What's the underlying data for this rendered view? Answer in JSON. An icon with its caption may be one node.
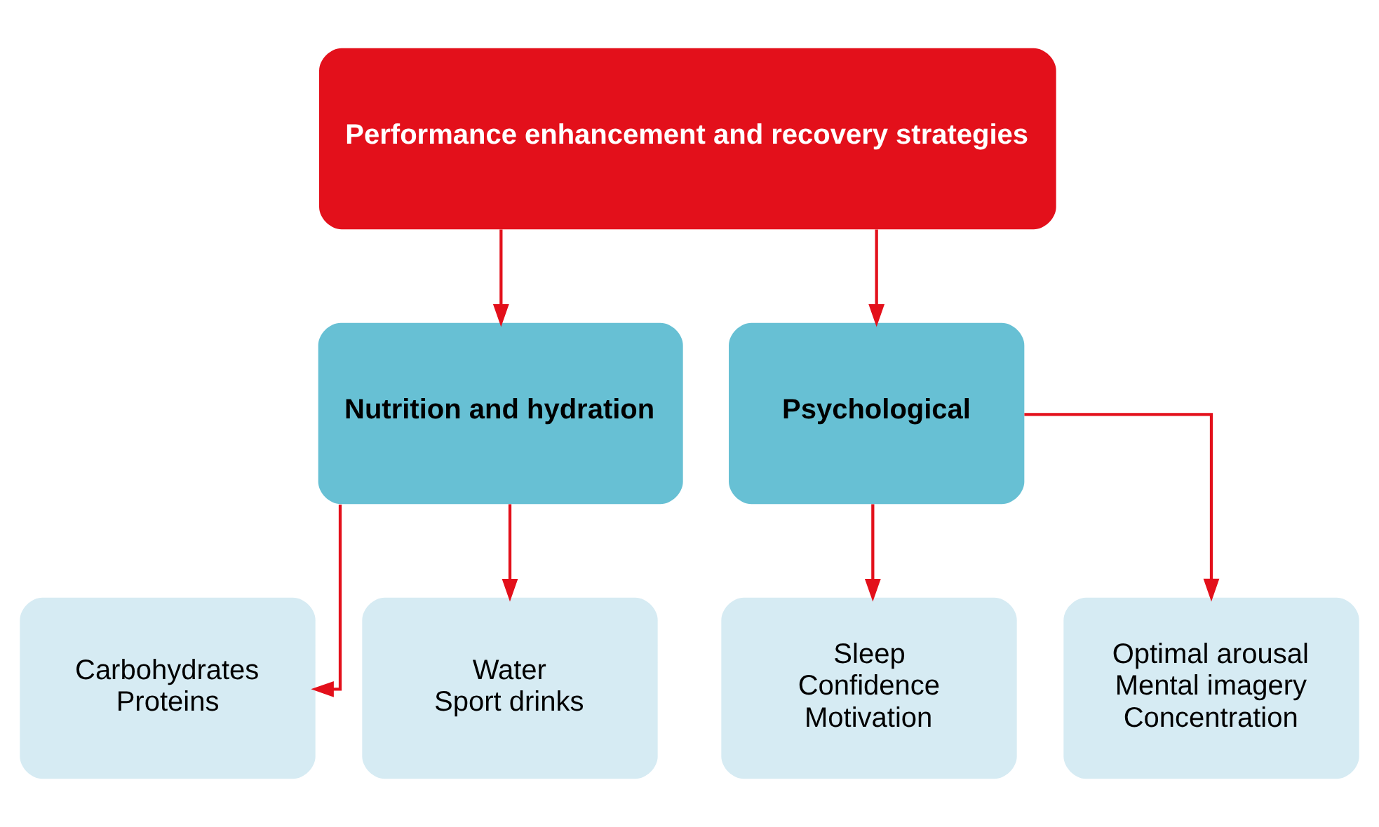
{
  "diagram": {
    "nodes": [
      {
        "text": [
          "Performance enhancement and recovery strategies"
        ]
      },
      {
        "text": [
          "Nutrition and hydration"
        ]
      },
      {
        "text": [
          "Psychological"
        ]
      },
      {
        "text": [
          "Carbohydrates",
          "Proteins"
        ]
      },
      {
        "text": [
          "Water",
          "Sport drinks"
        ]
      },
      {
        "text": [
          "Sleep",
          "Confidence",
          "Motivation"
        ]
      },
      {
        "text": [
          "Optimal arousal",
          "Mental imagery",
          "Concentration"
        ]
      }
    ],
    "edges": [
      {
        "from": 0,
        "to": 1,
        "arrow": "to"
      },
      {
        "from": 0,
        "to": 2,
        "arrow": "to"
      },
      {
        "from": 1,
        "to": 3,
        "arrow": "to"
      },
      {
        "from": 1,
        "to": 4,
        "arrow": "to"
      },
      {
        "from": 2,
        "to": 5,
        "arrow": "to"
      },
      {
        "from": 2,
        "to": 6,
        "arrow": "to"
      }
    ]
  }
}
